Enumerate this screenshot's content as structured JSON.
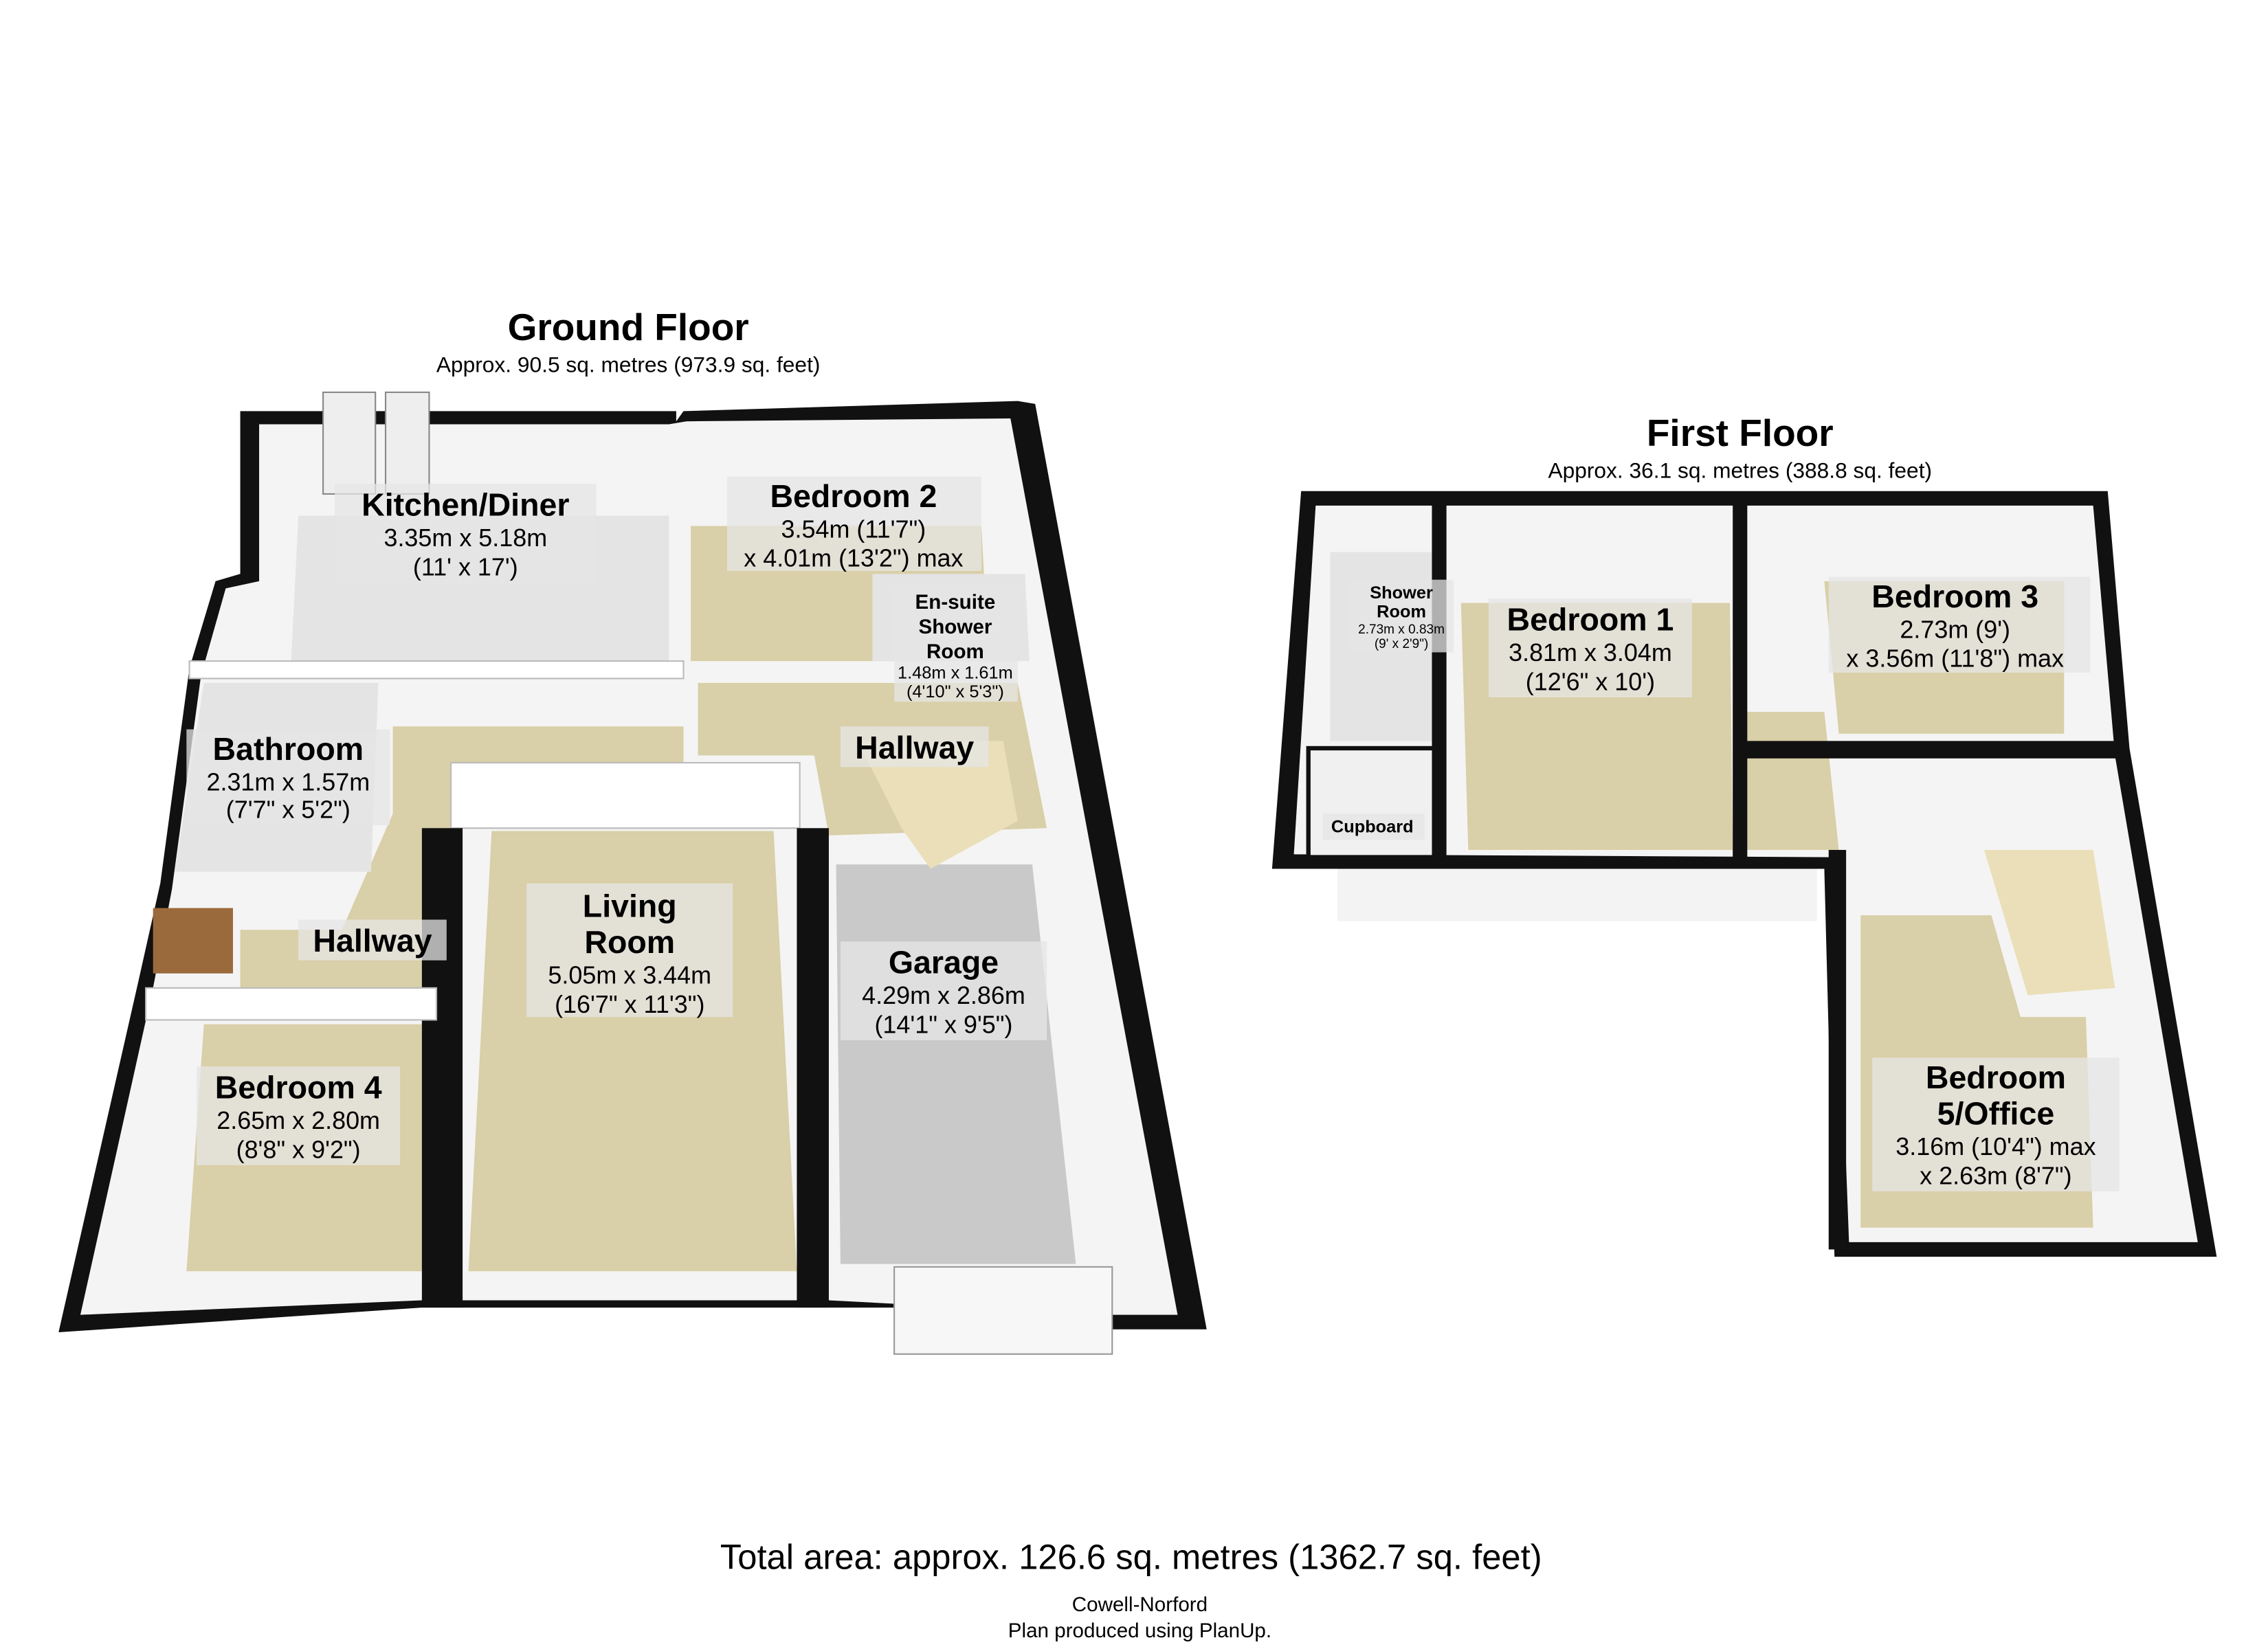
{
  "ground_floor": {
    "title": "Ground Floor",
    "area": "Approx. 90.5 sq. metres (973.9 sq. feet)",
    "rooms": [
      {
        "name": "Kitchen/Diner",
        "dim1": "3.35m x 5.18m",
        "dim2": "(11' x 17')"
      },
      {
        "name": "Bedroom 2",
        "dim1": "3.54m (11'7\")",
        "dim2": "x 4.01m (13'2\") max"
      },
      {
        "name1": "En-suite",
        "name2": "Shower",
        "name3": "Room",
        "dim1": "1.48m x 1.61m",
        "dim2": "(4'10\" x 5'3\")"
      },
      {
        "name": "Hallway"
      },
      {
        "name": "Bathroom",
        "dim1": "2.31m x 1.57m",
        "dim2": "(7'7\" x 5'2\")"
      },
      {
        "name": "Hallway"
      },
      {
        "name1": "Living",
        "name2": "Room",
        "dim1": "5.05m x 3.44m",
        "dim2": "(16'7\" x 11'3\")"
      },
      {
        "name": "Garage",
        "dim1": "4.29m x 2.86m",
        "dim2": "(14'1\" x 9'5\")"
      },
      {
        "name": "Bedroom 4",
        "dim1": "2.65m x 2.80m",
        "dim2": "(8'8\" x 9'2\")"
      }
    ]
  },
  "first_floor": {
    "title": "First Floor",
    "area": "Approx. 36.1 sq. metres (388.8 sq. feet)",
    "rooms": [
      {
        "name1": "Shower",
        "name2": "Room",
        "dim1": "2.73m x 0.83m",
        "dim2": "(9' x 2'9\")"
      },
      {
        "name": "Bedroom 1",
        "dim1": "3.81m x 3.04m",
        "dim2": "(12'6\" x 10')"
      },
      {
        "name": "Bedroom 3",
        "dim1": "2.73m (9')",
        "dim2": "x 3.56m (11'8\") max"
      },
      {
        "name": "Cupboard"
      },
      {
        "name1": "Bedroom",
        "name2": "5/Office",
        "dim1": "3.16m (10'4\") max",
        "dim2": "x 2.63m (8'7\")"
      }
    ]
  },
  "total_area": "Total area: approx. 126.6 sq. metres (1362.7 sq. feet)",
  "agent": "Cowell-Norford",
  "credit": "Plan produced using PlanUp."
}
